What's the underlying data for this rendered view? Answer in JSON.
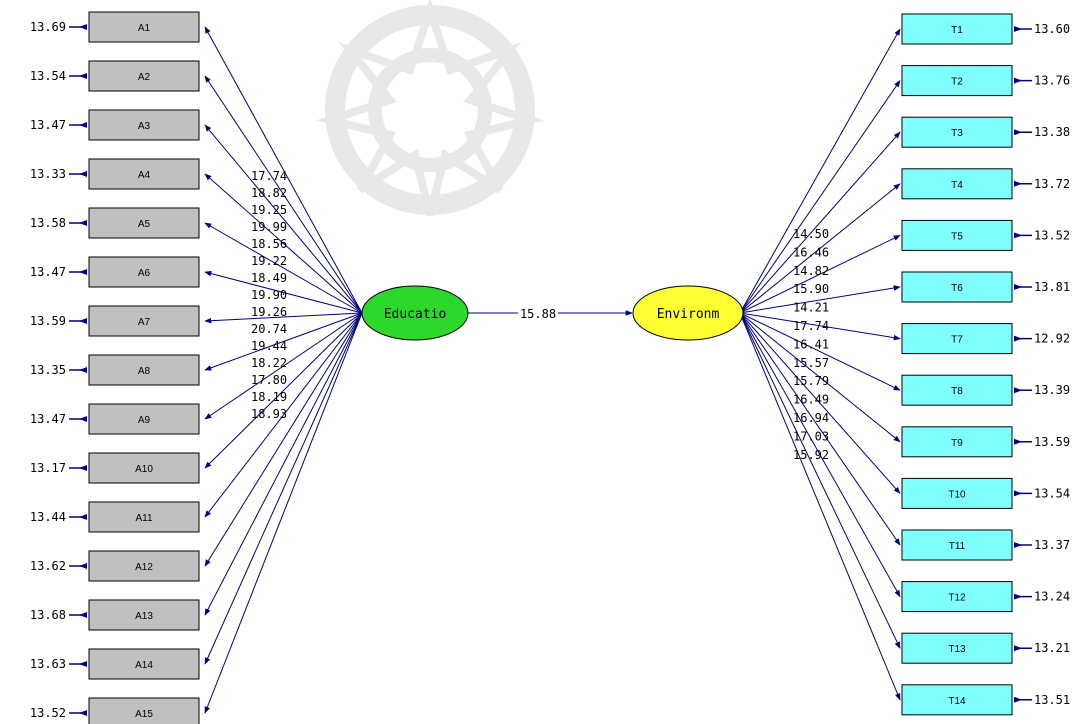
{
  "diagram": {
    "latents": {
      "left": {
        "label": "Educatio",
        "color": "#2ad92a"
      },
      "right": {
        "label": "Environm",
        "color": "#ffff33"
      },
      "path_value": "15.88"
    },
    "left_indicators": [
      {
        "label": "A1",
        "error": "13.69",
        "loading": "17.74"
      },
      {
        "label": "A2",
        "error": "13.54",
        "loading": "18.82"
      },
      {
        "label": "A3",
        "error": "13.47",
        "loading": "19.25"
      },
      {
        "label": "A4",
        "error": "13.33",
        "loading": "19.99"
      },
      {
        "label": "A5",
        "error": "13.58",
        "loading": "18.56"
      },
      {
        "label": "A6",
        "error": "13.47",
        "loading": "19.22"
      },
      {
        "label": "A7",
        "error": "13.59",
        "loading": "18.49"
      },
      {
        "label": "A8",
        "error": "13.35",
        "loading": "19.90"
      },
      {
        "label": "A9",
        "error": "13.47",
        "loading": "19.26"
      },
      {
        "label": "A10",
        "error": "13.17",
        "loading": "20.74"
      },
      {
        "label": "A11",
        "error": "13.44",
        "loading": "19.44"
      },
      {
        "label": "A12",
        "error": "13.62",
        "loading": "18.22"
      },
      {
        "label": "A13",
        "error": "13.68",
        "loading": "17.80"
      },
      {
        "label": "A14",
        "error": "13.63",
        "loading": "18.19"
      },
      {
        "label": "A15",
        "error": "13.52",
        "loading": "18.93"
      }
    ],
    "right_indicators": [
      {
        "label": "T1",
        "error": "13.60",
        "loading": "14.50"
      },
      {
        "label": "T2",
        "error": "13.76",
        "loading": "16.46"
      },
      {
        "label": "T3",
        "error": "13.38",
        "loading": "14.82"
      },
      {
        "label": "T4",
        "error": "13.72",
        "loading": "15.90"
      },
      {
        "label": "T5",
        "error": "13.52",
        "loading": "14.21"
      },
      {
        "label": "T6",
        "error": "13.81",
        "loading": "17.74"
      },
      {
        "label": "T7",
        "error": "12.92",
        "loading": "16.41"
      },
      {
        "label": "T8",
        "error": "13.39",
        "loading": "15.57"
      },
      {
        "label": "T9",
        "error": "13.59",
        "loading": "15.79"
      },
      {
        "label": "T10",
        "error": "13.54",
        "loading": "16.49"
      },
      {
        "label": "T11",
        "error": "13.37",
        "loading": "16.94"
      },
      {
        "label": "T12",
        "error": "13.24",
        "loading": "17.03"
      },
      {
        "label": "T13",
        "error": "13.21",
        "loading": "15.92"
      },
      {
        "label": "T14",
        "error": "13.51",
        "loading": ""
      }
    ],
    "colors": {
      "left_box": "#c0c0c0",
      "right_box": "#80ffff",
      "arrow": "#000080"
    }
  }
}
